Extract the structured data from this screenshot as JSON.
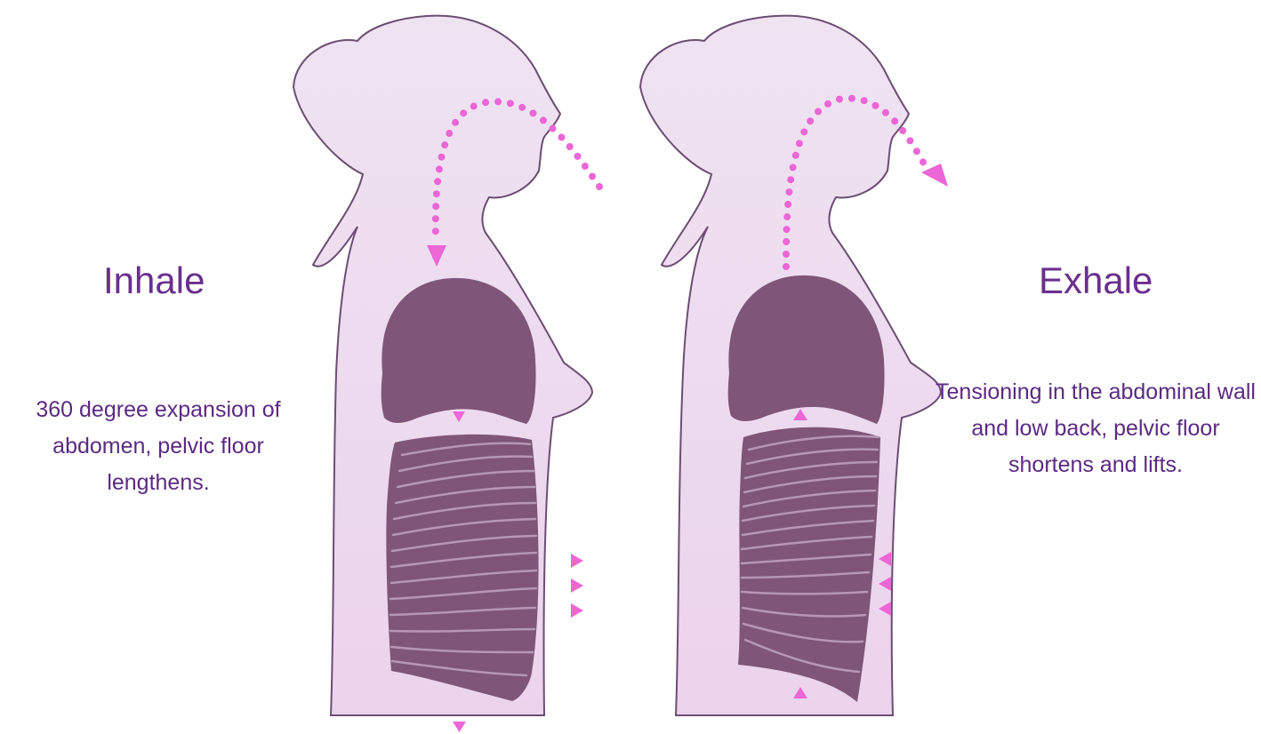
{
  "inhale": {
    "heading": "Inhale",
    "description": "360 degree expansion of abdomen, pelvic floor lengthens."
  },
  "exhale": {
    "heading": "Exhale",
    "description": "Tensioning in the abdominal wall and low back, pelvic floor shortens and lifts."
  },
  "colors": {
    "body_fill": "#efdff0",
    "body_outline": "#6c4d73",
    "organ_fill": "#7f5677",
    "muscle_stripe": "#b796b6",
    "arrow": "#ec66d6",
    "text": "#6a2f8e"
  }
}
